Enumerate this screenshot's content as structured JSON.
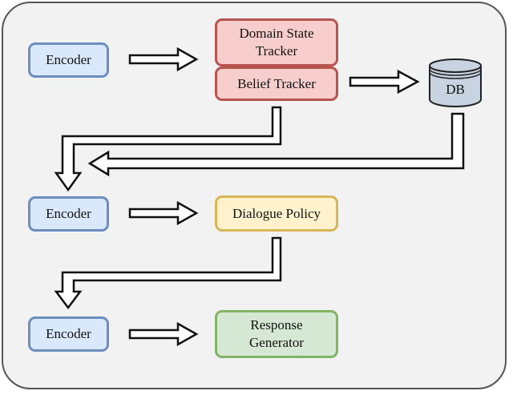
{
  "nodes": {
    "encoder_1": "Encoder",
    "encoder_2": "Encoder",
    "encoder_3": "Encoder",
    "domain_state_tracker": "Domain State\nTracker",
    "belief_tracker": "Belief Tracker",
    "db": "DB",
    "dialogue_policy": "Dialogue Policy",
    "response_generator": "Response\nGenerator"
  },
  "colors": {
    "encoder_fill": "#dae8fc",
    "encoder_border": "#6c8ebf",
    "tracker_fill": "#f8cecc",
    "tracker_border": "#b85450",
    "policy_fill": "#fff2cc",
    "policy_border": "#d6b656",
    "generator_fill": "#d5e8d4",
    "generator_border": "#82b366",
    "db_fill": "#c7d3e0"
  },
  "edges": [
    {
      "from": "encoder_1",
      "to": "domain_state_tracker"
    },
    {
      "from": "belief_tracker",
      "to": "db"
    },
    {
      "from": "belief_tracker",
      "to": "encoder_2"
    },
    {
      "from": "db",
      "to": "encoder_2"
    },
    {
      "from": "encoder_2",
      "to": "dialogue_policy"
    },
    {
      "from": "dialogue_policy",
      "to": "encoder_3"
    },
    {
      "from": "encoder_3",
      "to": "response_generator"
    }
  ]
}
